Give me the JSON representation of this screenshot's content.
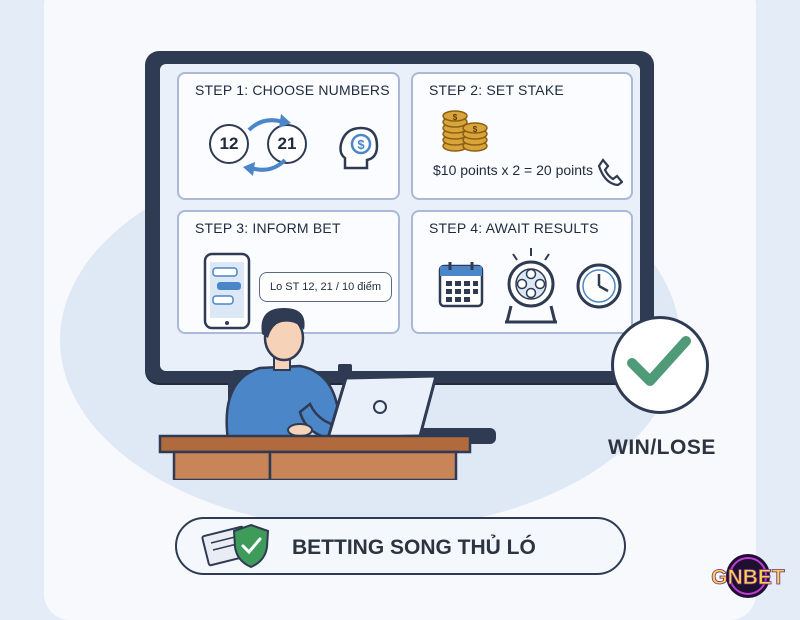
{
  "steps": [
    {
      "title": "STEP 1: CHOOSE NUMBERS",
      "numbers": [
        "12",
        "21"
      ]
    },
    {
      "title": "STEP 2: SET STAKE",
      "formula": "$10 points x 2 = 20 points"
    },
    {
      "title": "STEP 3: INFORM BET",
      "message": "Lo ST 12, 21 / 10 điểm"
    },
    {
      "title": "STEP 4: AWAIT RESULTS"
    }
  ],
  "result_label": "WIN/LOSE",
  "banner_text": "BETTING SONG THỦ LÓ",
  "logo_text": "GNBET",
  "colors": {
    "accent_green": "#4f9a78",
    "dark_navy": "#2f3b52",
    "panel_border": "#aab9d6",
    "shield_green": "#3f9b5a",
    "person_blue": "#4a86c8",
    "coin_gold": "#d9a43a",
    "desk_brown": "#b06a3e"
  },
  "icons": [
    "swap-arrows-icon",
    "head-dollar-icon",
    "coin-stack-icon",
    "phone-icon",
    "smartphone-chat-icon",
    "calendar-icon",
    "lottery-drum-icon",
    "clock-icon",
    "checkmark-icon",
    "shield-icon",
    "ticket-icon"
  ]
}
